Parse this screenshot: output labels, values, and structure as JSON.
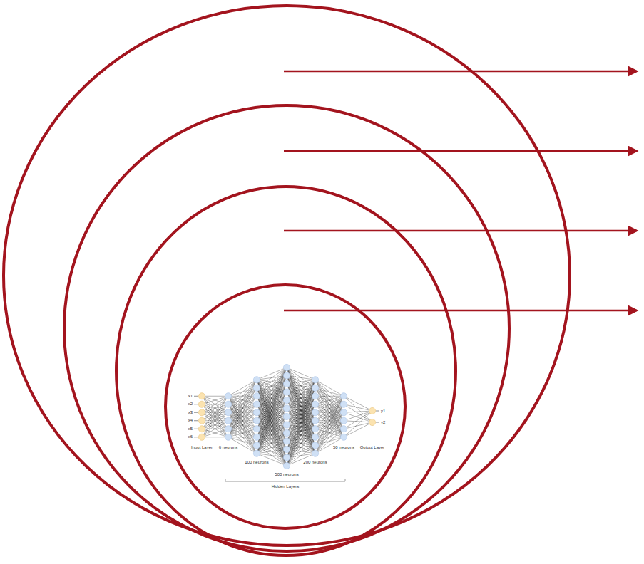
{
  "diagram": {
    "labels": [
      "x1",
      "x2",
      "x3",
      "x4",
      "x5",
      "x6",
      "Input Layer",
      "6 neurons",
      "100 neurons",
      "500 neurons",
      "200 neurons",
      "50 neurons",
      "y1",
      "y2",
      "Output Layer",
      "Hidden Layers"
    ]
  }
}
